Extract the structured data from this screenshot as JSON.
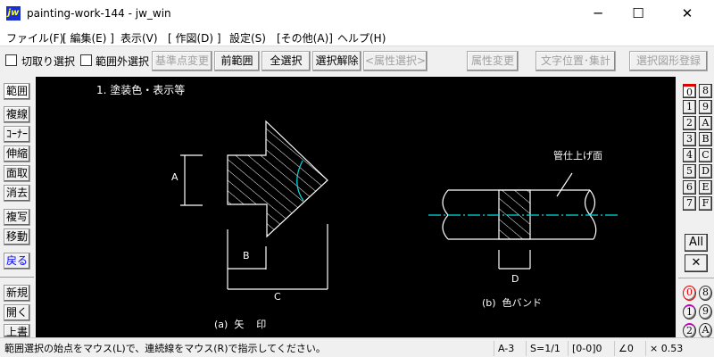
{
  "window": {
    "title": "painting-work-144 - jw_win",
    "logo": "jw",
    "minimize": "─",
    "maximize": "☐",
    "close": "✕"
  },
  "menu": [
    "ファイル(F)",
    "[ 編集(E) ]",
    "表示(V)",
    "[ 作図(D) ]",
    "設定(S)",
    "[その他(A)]",
    "ヘルプ(H)"
  ],
  "toolbar": {
    "cut_select": "切取り選択",
    "outside_select": "範囲外選択",
    "buttons": [
      "基準点変更",
      "前範囲",
      "全選択",
      "選択解除",
      "<属性選択>",
      "属性変更",
      "文字位置･集計",
      "選択図形登録"
    ]
  },
  "left_tools": [
    "範囲",
    "複線",
    "ｺｰﾅｰ",
    "伸縮",
    "面取",
    "消去",
    "複写",
    "移動",
    "戻る",
    "新規",
    "開く",
    "上書"
  ],
  "right_layers": {
    "layer_buttons": [
      "0",
      "8",
      "1",
      "9",
      "2",
      "A",
      "3",
      "B",
      "4",
      "C",
      "5",
      "D",
      "6",
      "E",
      "7",
      "F"
    ],
    "all": "All",
    "cross": "✕",
    "group_buttons": [
      "0",
      "8",
      "1",
      "9",
      "2",
      "A"
    ]
  },
  "drawing": {
    "heading": "1. 塗装色・表示等",
    "dim_a": "A",
    "dim_b": "B",
    "dim_c": "C",
    "dim_d": "D",
    "caption_a": "(a)  矢    印",
    "caption_b": "(b)  色バンド",
    "leader_label": "管仕上げ面",
    "line_color": "#ffffff",
    "center_line_color": "#00e0e0"
  },
  "status": {
    "message": "範囲選択の始点をマウス(L)で、連続線をマウス(R)で指示してください。",
    "paper": "A-3",
    "scale": "S=1/1",
    "layer": "[0-0]0",
    "angle": "∠0",
    "zoom": "× 0.53"
  }
}
